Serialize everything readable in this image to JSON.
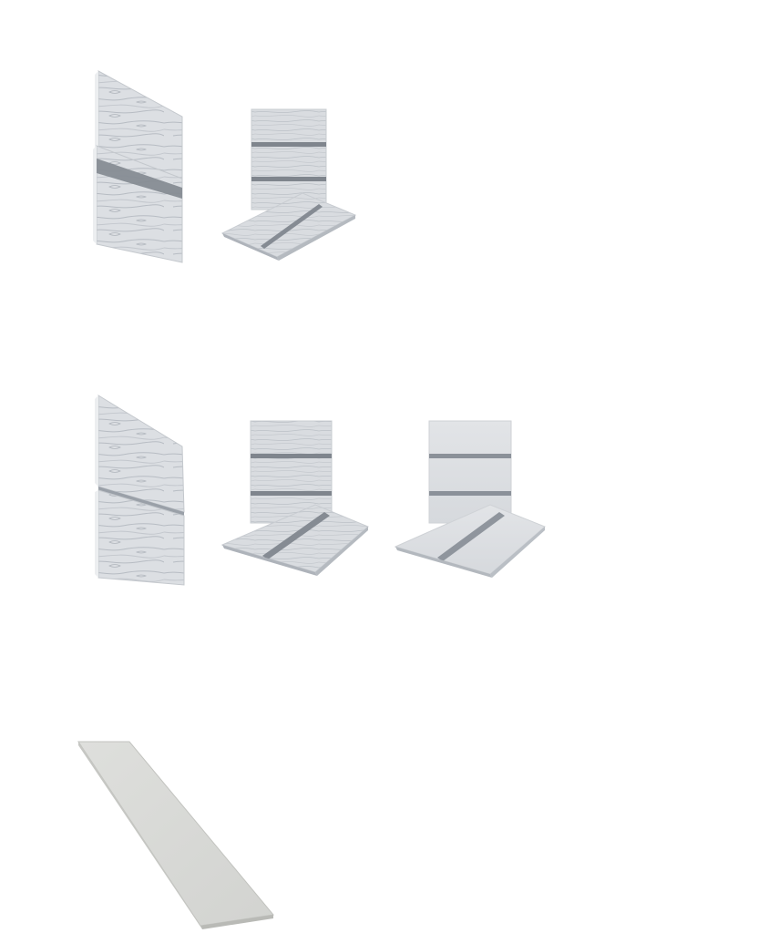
{
  "palette": {
    "background": "#ffffff",
    "panel_light": "#dcdfe3",
    "panel_mid": "#cdd1d6",
    "panel_shadow": "#9ea3aa",
    "groove": "#7f858d",
    "grain": "#b7bcc3",
    "edge": "#eceef0",
    "flat_board": "#d8d9d6",
    "flat_board_edge": "#b9bab6"
  },
  "rows": [
    {
      "items": [
        {
          "icon": "lap-siding-woodgrain-icon",
          "texture": "woodgrain"
        },
        {
          "icon": "panel-siding-woodgrain-icon",
          "texture": "woodgrain"
        }
      ]
    },
    {
      "items": [
        {
          "icon": "lap-siding-woodgrain-icon",
          "texture": "woodgrain"
        },
        {
          "icon": "panel-siding-woodgrain-icon",
          "texture": "woodgrain"
        },
        {
          "icon": "panel-siding-smooth-icon",
          "texture": "smooth"
        }
      ]
    },
    {
      "items": [
        {
          "icon": "trim-board-smooth-icon",
          "texture": "smooth"
        }
      ]
    }
  ]
}
